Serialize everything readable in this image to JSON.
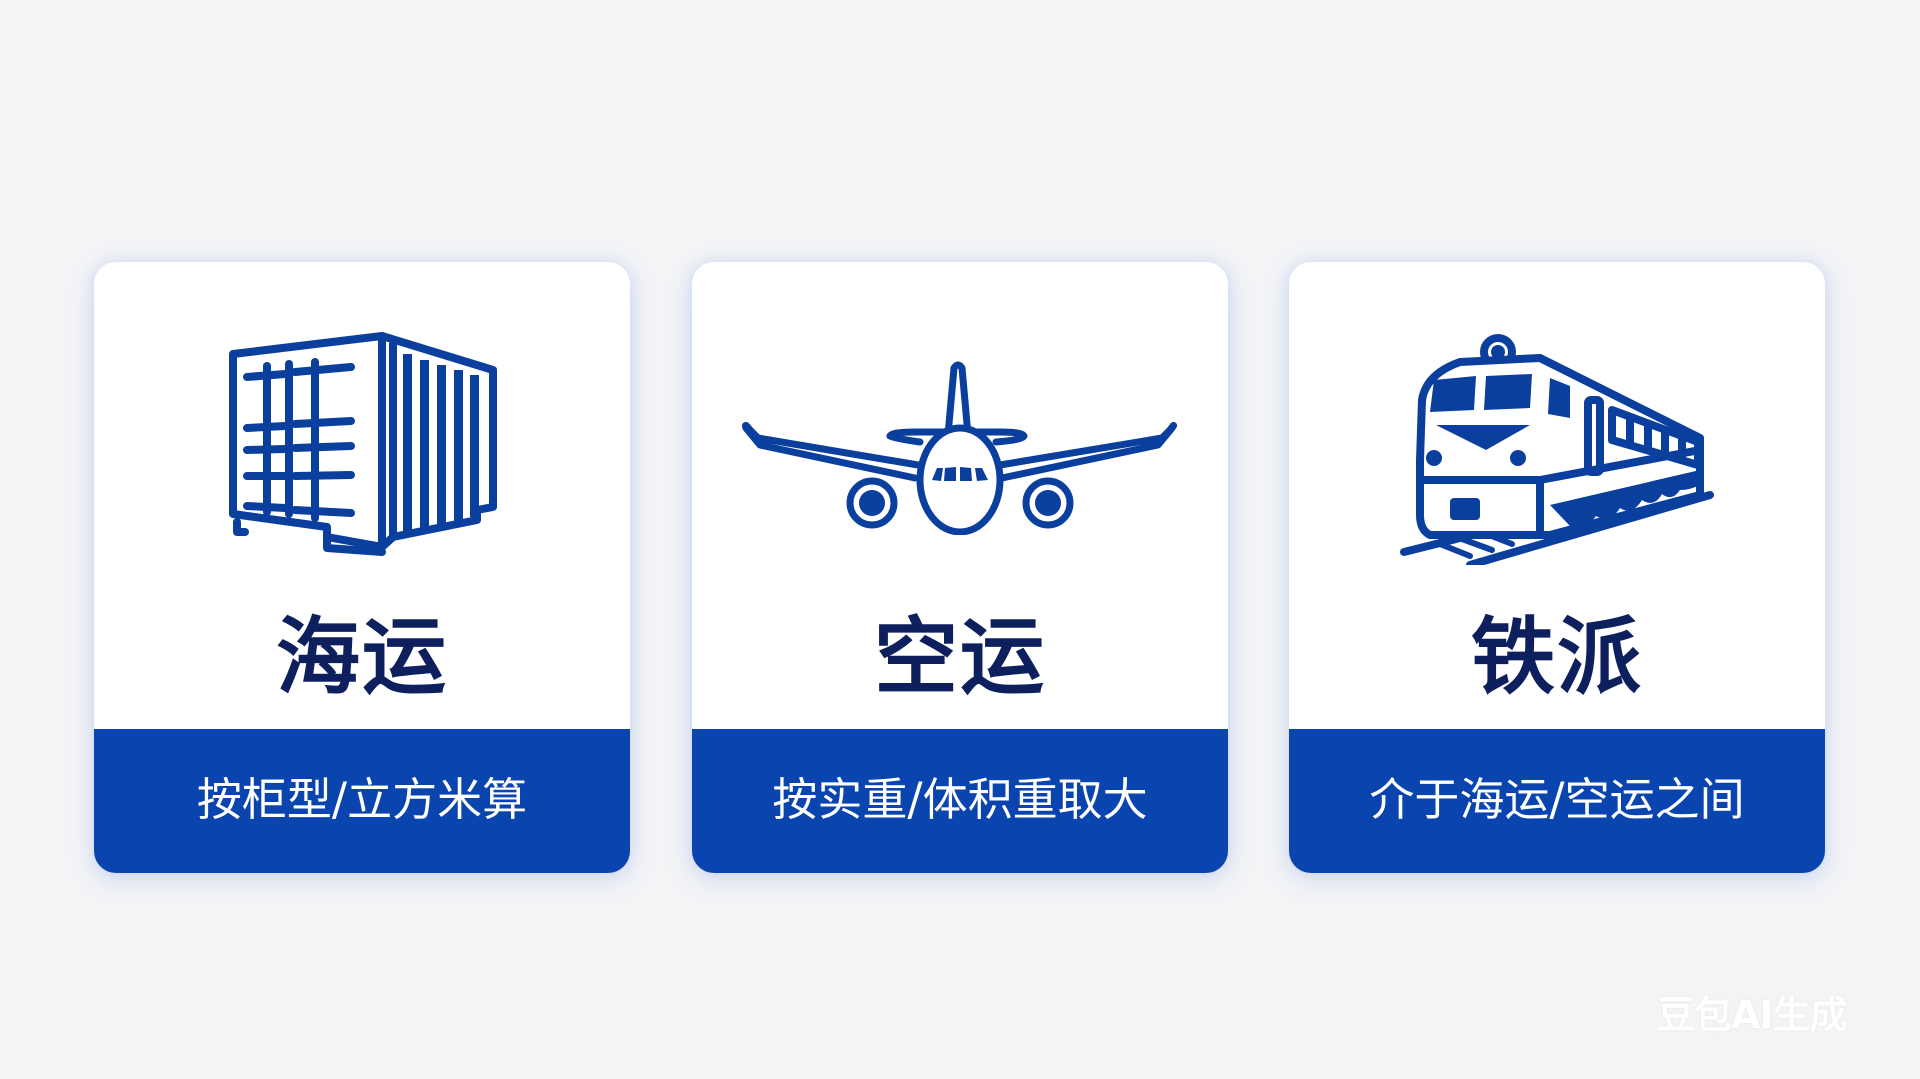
{
  "colors": {
    "background": "#f3f4f6",
    "card": "#ffffff",
    "accent_blue": "#0a44ae",
    "icon_blue": "#0b3f9e",
    "title_navy": "#0d1f5c",
    "band_text": "#ffffff"
  },
  "cards": [
    {
      "icon": "shipping-container-icon",
      "title": "海运",
      "subtitle": "按柜型/立方米算"
    },
    {
      "icon": "airplane-icon",
      "title": "空运",
      "subtitle": "按实重/体积重取大"
    },
    {
      "icon": "train-icon",
      "title": "铁派",
      "subtitle": "介于海运/空运之间"
    }
  ],
  "watermark": "豆包AI生成"
}
